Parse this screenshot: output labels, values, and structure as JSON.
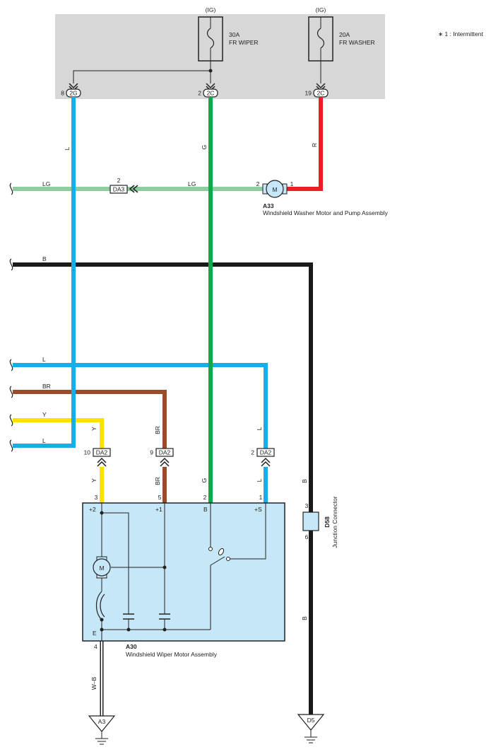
{
  "legend": {
    "note": "∗ 1 : Intermittent"
  },
  "colors": {
    "L": "#15aeea",
    "G": "#10a84a",
    "R": "#ee1c25",
    "LG": "#8ccc9f",
    "B": "#1a1a1a",
    "BR": "#9a4b2a",
    "Y": "#ffe100",
    "WB": "#555555",
    "box": "#c5e7f7",
    "fusebox": "#d7d7d7"
  },
  "fuses": [
    {
      "supply": "(IG)",
      "rating": "30A",
      "name": "FR WIPER"
    },
    {
      "supply": "(IG)",
      "rating": "20A",
      "name": "FR WASHER"
    }
  ],
  "fuse_connectors": [
    {
      "pin": "8",
      "code": "2G"
    },
    {
      "pin": "2",
      "code": "2C"
    },
    {
      "pin": "19",
      "code": "2C"
    }
  ],
  "wires": {
    "l_top": "L",
    "g_top": "G",
    "r_top": "R",
    "lg_left": "LG",
    "lg_right": "LG",
    "b_left": "B",
    "l_mid": "L",
    "br_left": "BR",
    "y_left": "Y",
    "l_low": "L",
    "y_conn": "Y",
    "br_conn": "BR",
    "l_conn": "L",
    "y_motor": "Y",
    "br_motor": "BR",
    "g_motor": "G",
    "l_motor": "L",
    "b_right_top": "B",
    "b_right_bottom": "B",
    "wb": "W–B"
  },
  "washer": {
    "connector": {
      "pin": "2",
      "code": "DA3"
    },
    "pin_left": "2",
    "pin_right": "1",
    "motor_symbol": "M",
    "code": "A33",
    "name": "Windshield Washer Motor and Pump Assembly"
  },
  "wiper_connectors": [
    {
      "pin": "10",
      "code": "DA2"
    },
    {
      "pin": "9",
      "code": "DA2"
    },
    {
      "pin": "2",
      "code": "DA2"
    }
  ],
  "wiper_motor": {
    "code": "A30",
    "name": "Windshield Wiper Motor Assembly",
    "motor_symbol": "M",
    "pins_top": [
      "3",
      "5",
      "2",
      "1"
    ],
    "terminals": [
      "+2",
      "+1",
      "B",
      "+S"
    ],
    "terminal_e": "E",
    "pin_e": "4"
  },
  "junction": {
    "code": "D58",
    "name": "Junction Connector",
    "pin_top": "3",
    "pin_bottom": "6"
  },
  "grounds": [
    "A3",
    "D5"
  ]
}
